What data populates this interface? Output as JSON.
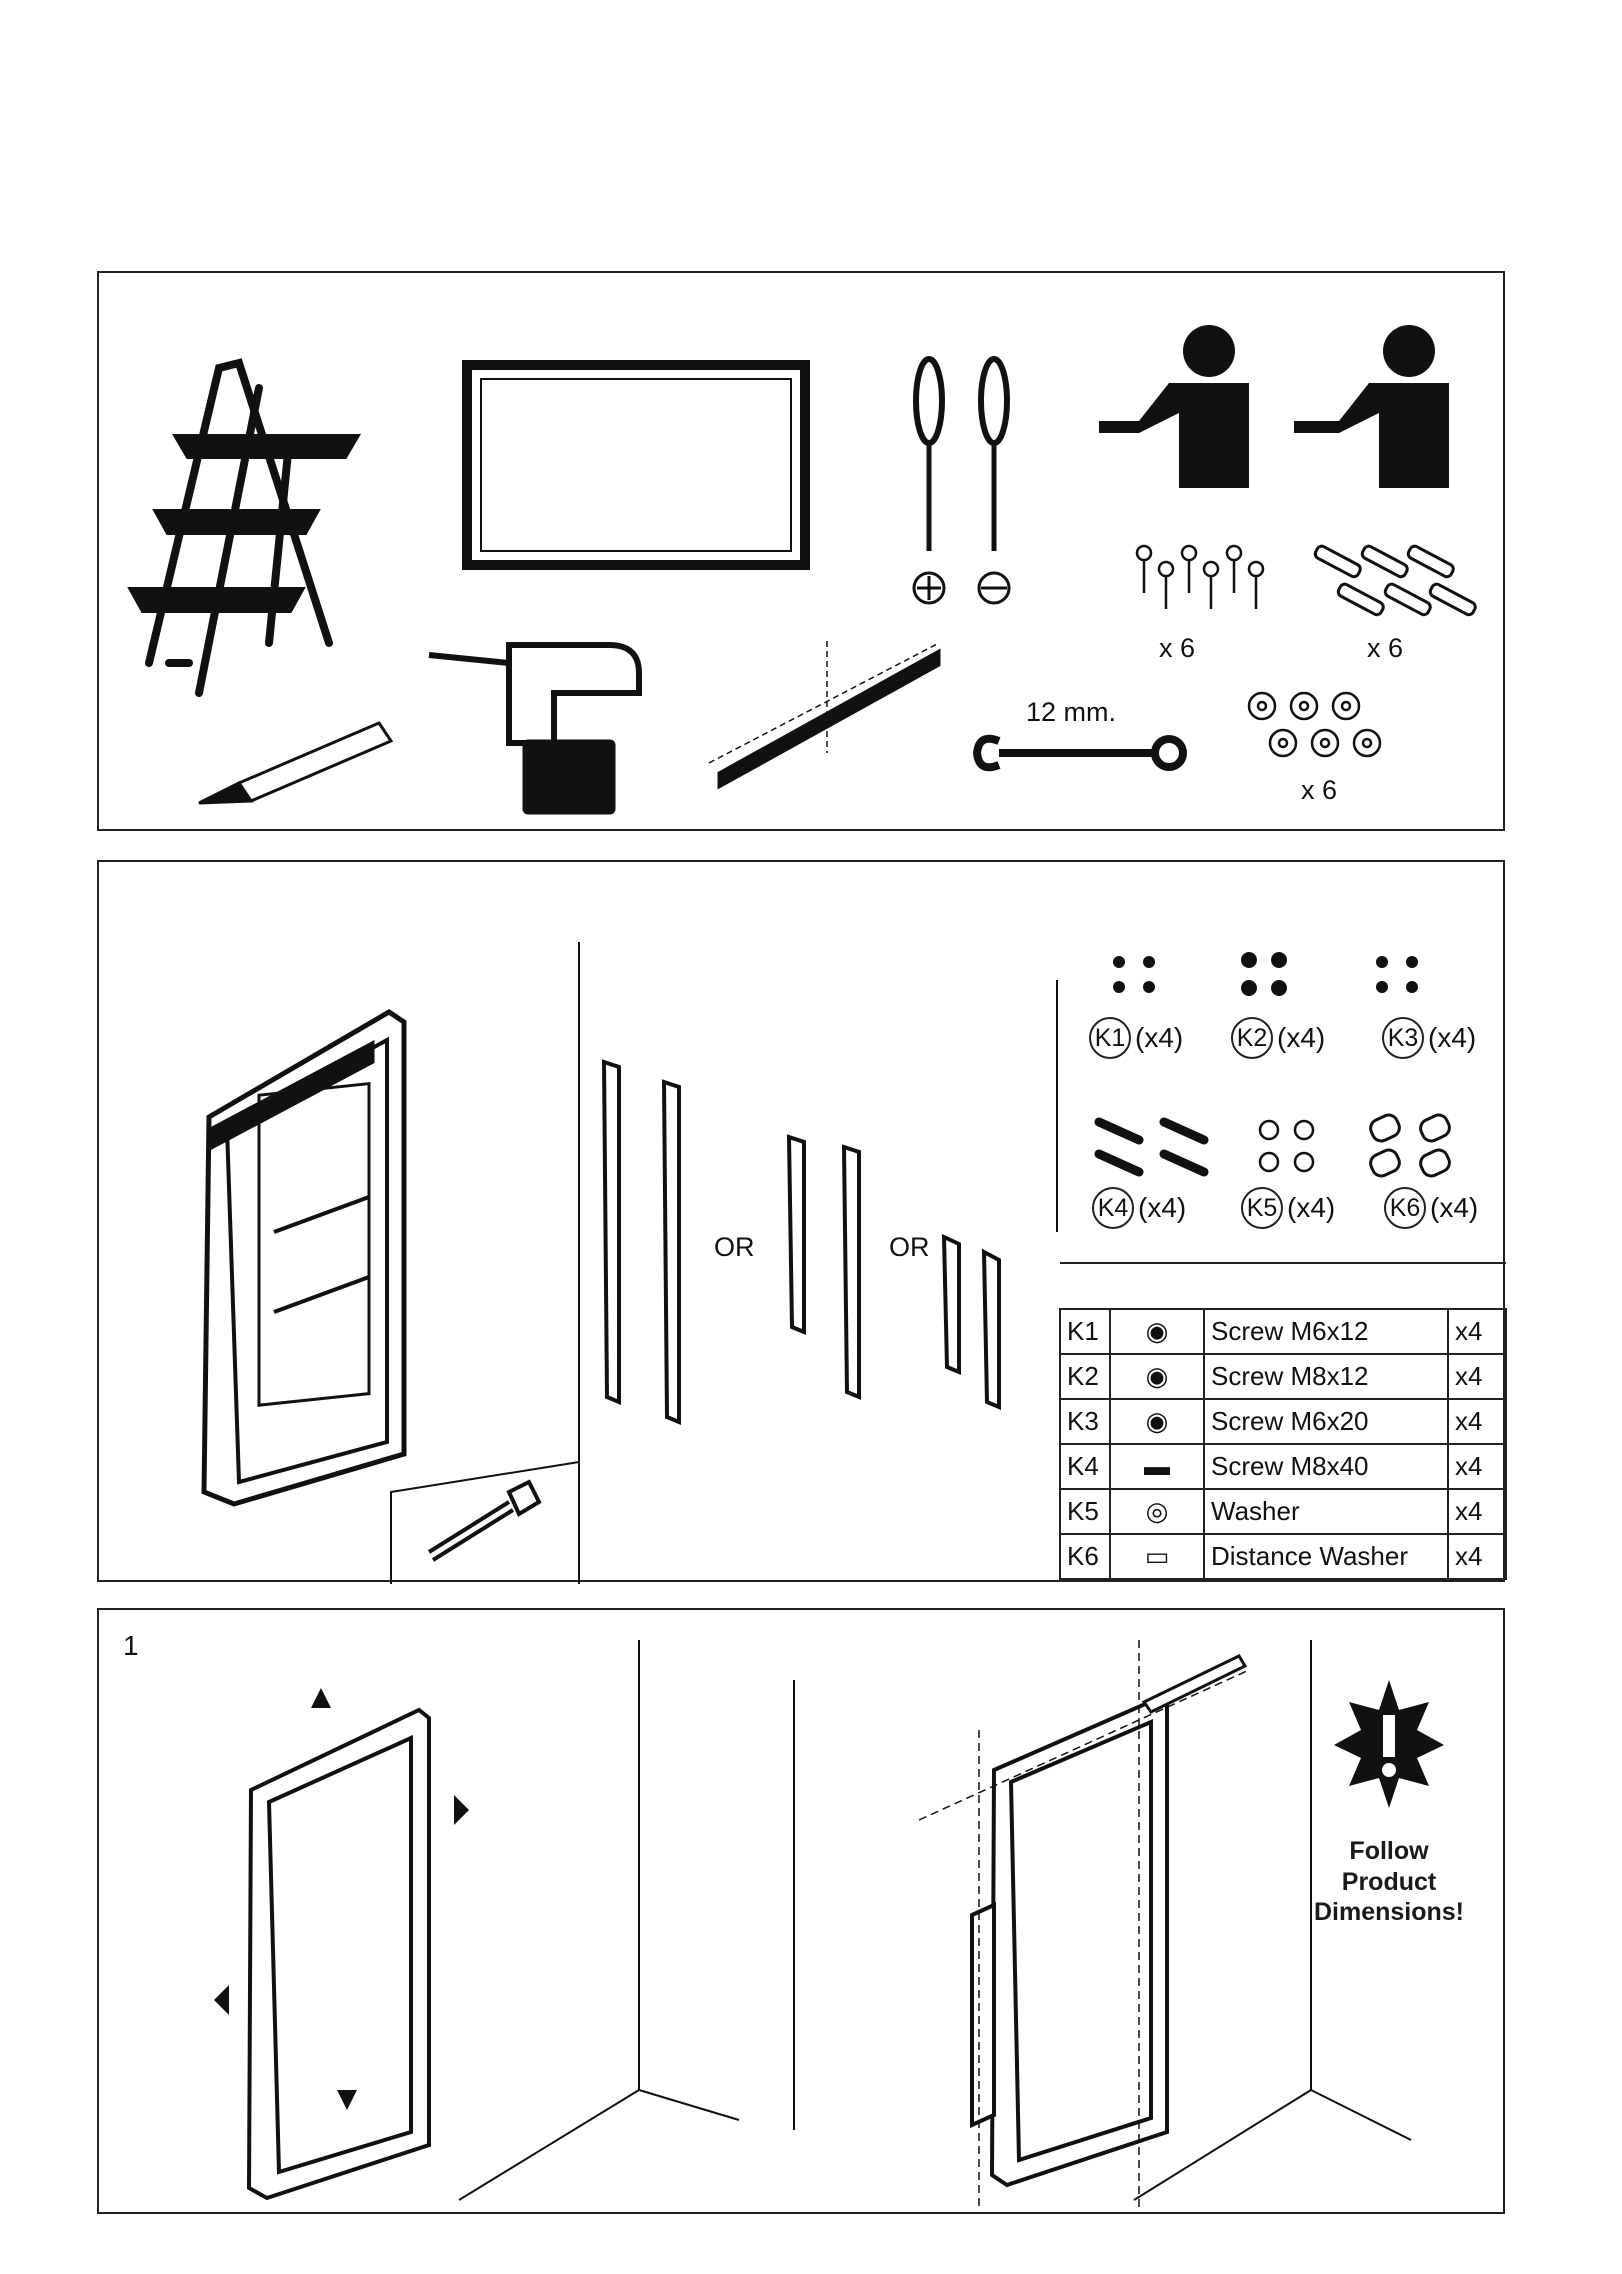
{
  "tools_panel": {
    "qty_screws": "x 6",
    "qty_plugs": "x 6",
    "qty_washers": "x 6",
    "wrench_size": "12 mm."
  },
  "components_panel": {
    "or_1": "OR",
    "or_2": "OR",
    "kits": [
      {
        "code": "K1",
        "qty": "(x4)"
      },
      {
        "code": "K2",
        "qty": "(x4)"
      },
      {
        "code": "K3",
        "qty": "(x4)"
      },
      {
        "code": "K4",
        "qty": "(x4)"
      },
      {
        "code": "K5",
        "qty": "(x4)"
      },
      {
        "code": "K6",
        "qty": "(x4)"
      }
    ],
    "parts_table": [
      {
        "code": "K1",
        "icon": "small-screw-icon",
        "name": "Screw M6x12",
        "qty": "x4"
      },
      {
        "code": "K2",
        "icon": "screw-icon",
        "name": "Screw M8x12",
        "qty": "x4"
      },
      {
        "code": "K3",
        "icon": "small-screw-icon",
        "name": "Screw M6x20",
        "qty": "x4"
      },
      {
        "code": "K4",
        "icon": "long-screw-icon",
        "name": "Screw M8x40",
        "qty": "x4"
      },
      {
        "code": "K5",
        "icon": "washer-icon",
        "name": "Washer",
        "qty": "x4"
      },
      {
        "code": "K6",
        "icon": "distance-washer-icon",
        "name": "Distance Washer",
        "qty": "x4"
      }
    ]
  },
  "step_panel": {
    "step_number": "1",
    "warning_lines": [
      "Follow",
      "Product",
      "Dimensions!"
    ]
  }
}
